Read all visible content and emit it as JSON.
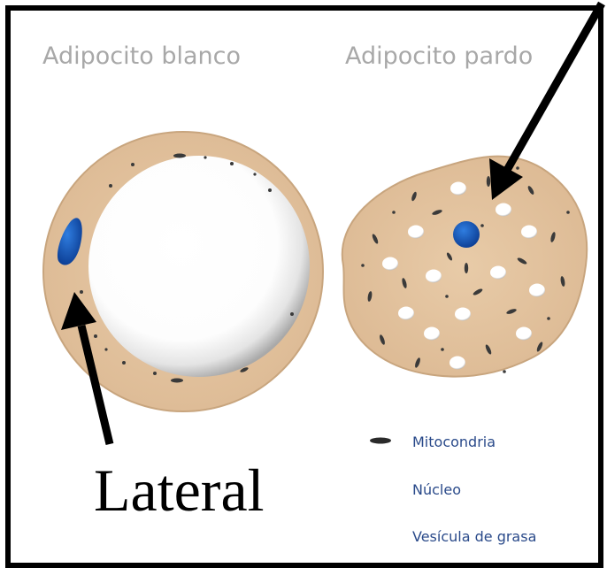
{
  "titles": {
    "white_adipocyte": "Adipocito blanco",
    "brown_adipocyte": "Adipocito pardo"
  },
  "legend": {
    "mitochondria": "Mitocondria",
    "nucleus": "Núcleo",
    "fat_vesicle": "Vesícula de grasa"
  },
  "annotation": {
    "label": "Lateral"
  },
  "colors": {
    "cytoplasm": "#e3c4a0",
    "cytoplasm_edge": "#c9a47c",
    "nucleus": "#1452b5",
    "mitochondria": "#3a3a3a",
    "legend_text": "#2a4a8a",
    "title_text": "#a8a8a8",
    "arrow": "#000000"
  }
}
